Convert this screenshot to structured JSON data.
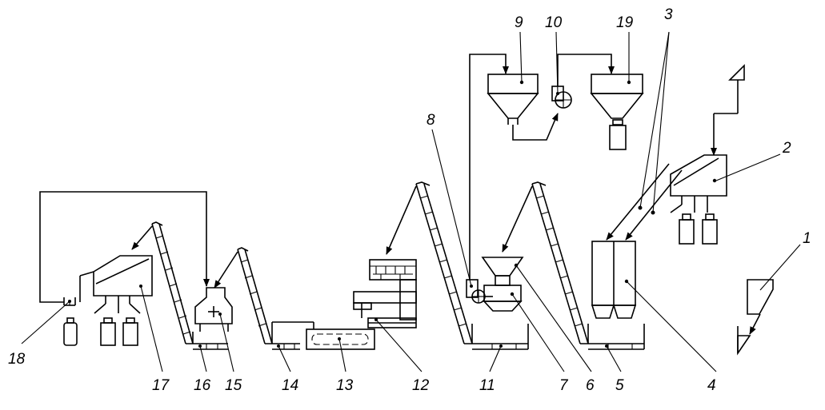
{
  "diagram": {
    "callouts": [
      {
        "id": "c1",
        "text": "1"
      },
      {
        "id": "c2",
        "text": "2"
      },
      {
        "id": "c3",
        "text": "3"
      },
      {
        "id": "c4",
        "text": "4"
      },
      {
        "id": "c5",
        "text": "5"
      },
      {
        "id": "c6",
        "text": "6"
      },
      {
        "id": "c7",
        "text": "7"
      },
      {
        "id": "c8",
        "text": "8"
      },
      {
        "id": "c9",
        "text": "9"
      },
      {
        "id": "c10",
        "text": "10"
      },
      {
        "id": "c11",
        "text": "11"
      },
      {
        "id": "c12",
        "text": "12"
      },
      {
        "id": "c13",
        "text": "13"
      },
      {
        "id": "c14",
        "text": "14"
      },
      {
        "id": "c15",
        "text": "15"
      },
      {
        "id": "c16",
        "text": "16"
      },
      {
        "id": "c17",
        "text": "17"
      },
      {
        "id": "c18",
        "text": "18"
      },
      {
        "id": "c19",
        "text": "19"
      }
    ],
    "colors": {
      "ink": "#000000",
      "background": "#ffffff"
    }
  }
}
